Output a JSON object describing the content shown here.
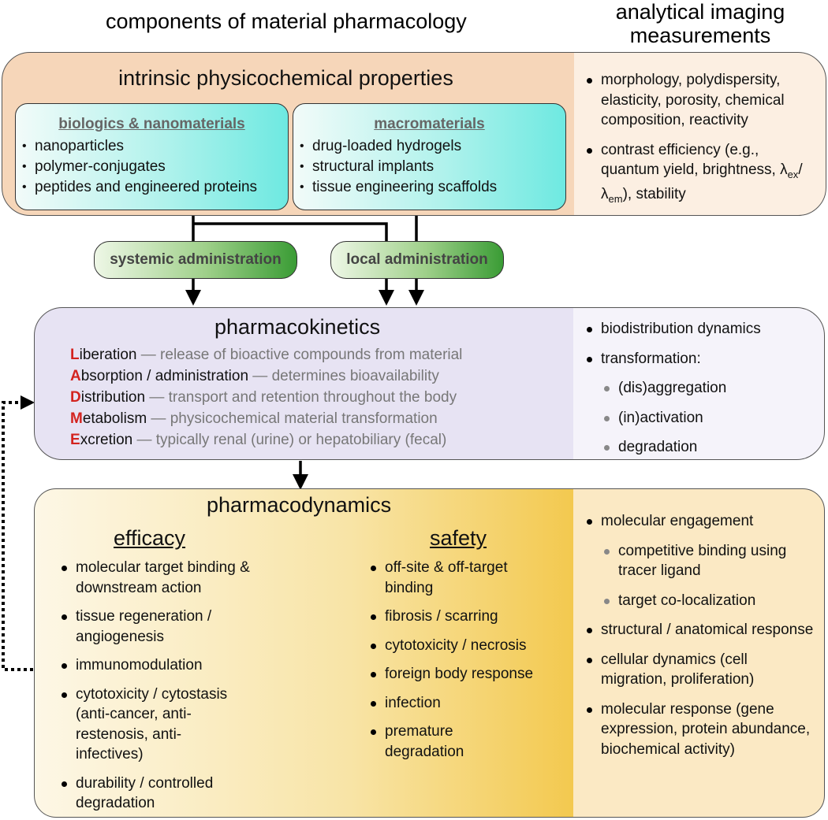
{
  "headers": {
    "left": "components of material  pharmacology",
    "right_line1": "analytical imaging",
    "right_line2": "measurements"
  },
  "intrinsic": {
    "title": "intrinsic physicochemical properties",
    "biologics": {
      "title": "biologics & nanomaterials",
      "items": [
        "nanoparticles",
        "polymer-conjugates",
        "peptides and engineered proteins"
      ]
    },
    "macromaterials": {
      "title": "macromaterials",
      "items": [
        "drug-loaded hydrogels",
        "structural implants",
        "tissue engineering scaffolds"
      ]
    },
    "measurements": {
      "m1": "morphology, polydispersity, elasticity, porosity, chemical composition, reactivity",
      "m2_prefix": "contrast efficiency (e.g., quantum yield, brightness, ",
      "lambda": "λ",
      "ex": "ex",
      "slash": "/",
      "em": "em",
      "m2_suffix": "), stability"
    }
  },
  "administration": {
    "systemic": "systemic administration",
    "local": "local administration"
  },
  "pharmacokinetics": {
    "title": "pharmacokinetics",
    "rows": [
      {
        "letter": "L",
        "rest": "iberation",
        "desc": " — release of bioactive compounds from material"
      },
      {
        "letter": "A",
        "rest": "bsorption / administration",
        "desc": " — determines bioavailability"
      },
      {
        "letter": "D",
        "rest": "istribution",
        "desc": " — transport and retention throughout the body"
      },
      {
        "letter": "M",
        "rest": "etabolism",
        "desc": " — physicochemical material transformation"
      },
      {
        "letter": "E",
        "rest": "xcretion",
        "desc": " — typically renal (urine) or hepatobiliary (fecal)"
      }
    ],
    "measurements": {
      "biodistribution": "biodistribution dynamics",
      "transformation": "transformation:",
      "sub": [
        "(dis)aggregation",
        "(in)activation",
        "degradation"
      ]
    }
  },
  "pharmacodynamics": {
    "title": "pharmacodynamics",
    "efficacy": {
      "title": "efficacy",
      "items": [
        "molecular target binding & downstream action",
        "tissue regeneration / angiogenesis",
        "immunomodulation",
        "cytotoxicity / cytostasis (anti-cancer, anti-restenosis, anti-infectives)",
        "durability / controlled degradation"
      ]
    },
    "safety": {
      "title": "safety",
      "items": [
        "off-site & off-target binding",
        "fibrosis / scarring",
        "cytotoxicity / necrosis",
        "foreign body response",
        "infection",
        "premature degradation"
      ]
    },
    "measurements": {
      "engagement": "molecular engagement",
      "engagement_sub": [
        "competitive binding using tracer ligand",
        "target co-localization"
      ],
      "others": [
        "structural / anatomical response",
        "cellular dynamics (cell migration, proliferation)",
        "molecular response (gene expression, protein abundance, biochemical activity)"
      ]
    }
  },
  "colors": {
    "intrinsic_left": "#f6d6b9",
    "intrinsic_right": "#fcefe2",
    "sub_box_left": "#f2fbf9",
    "sub_box_right": "#6ee9e1",
    "pk_left": "#e7e3f3",
    "pk_right": "#f5f3fa",
    "pd_left": "#fdf7e6",
    "pd_mid": "#f3c94f",
    "pd_right": "#fbe9c4",
    "ladme_letter": "#d3231f"
  }
}
